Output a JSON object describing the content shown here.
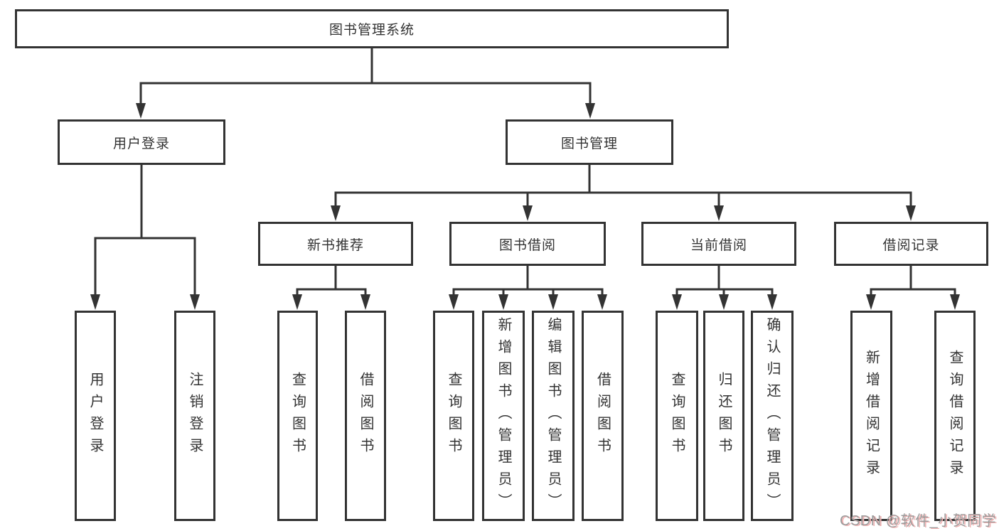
{
  "diagram": {
    "root": {
      "label": "图书管理系统"
    },
    "level2": {
      "user_login": {
        "label": "用户登录"
      },
      "book_management": {
        "label": "图书管理"
      }
    },
    "level3": {
      "new_book_recommend": {
        "label": "新书推荐"
      },
      "book_borrowing": {
        "label": "图书借阅"
      },
      "current_borrowing": {
        "label": "当前借阅"
      },
      "borrowing_records": {
        "label": "借阅记录"
      }
    },
    "leaves": {
      "user_login": {
        "label": "用户登录"
      },
      "logout": {
        "label": "注销登录"
      },
      "nb_query_book": {
        "label": "查询图书"
      },
      "nb_borrow_book": {
        "label": "借阅图书"
      },
      "bb_query_book": {
        "label": "查询图书"
      },
      "bb_add_book": {
        "label": "新增图书（管理员）"
      },
      "bb_edit_book": {
        "label": "编辑图书（管理员）"
      },
      "bb_borrow_book": {
        "label": "借阅图书"
      },
      "cb_query_book": {
        "label": "查询图书"
      },
      "cb_return_book": {
        "label": "归还图书"
      },
      "cb_confirm_return": {
        "label": "确认归还（管理员）"
      },
      "br_add_record": {
        "label": "新增借阅记录"
      },
      "br_query_record": {
        "label": "查询借阅记录"
      }
    },
    "watermark": "CSDN @软件_小贺同学",
    "colors": {
      "line": "#333333",
      "box_border": "#333333",
      "text": "#333333",
      "background": "#ffffff",
      "watermark_text": "#9b9b9b",
      "watermark_shadow": "#f0b0b0"
    }
  }
}
